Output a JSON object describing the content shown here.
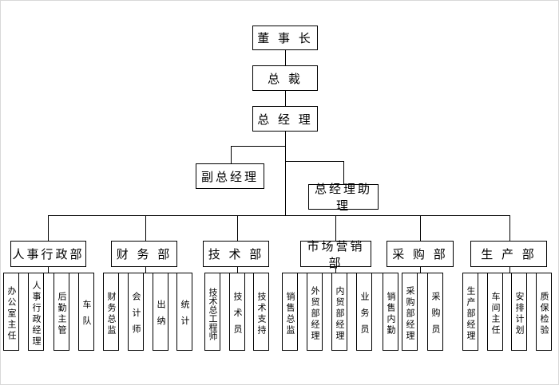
{
  "org": {
    "root": "董 事 长",
    "president": "总 裁",
    "general_manager": "总 经 理",
    "deputy_gm": "副总经理",
    "gm_assistant": "总经理助理",
    "departments": [
      {
        "name": "人事行政部",
        "units": [
          "办公室主任",
          "人事行政经理",
          "后勤主管",
          "车 队"
        ]
      },
      {
        "name": "财 务 部",
        "units": [
          "财务总监",
          "会 计 师",
          "出 纳",
          "统 计"
        ]
      },
      {
        "name": "技 术 部",
        "units": [
          "技术总工程师",
          "技 术 员",
          "技术支持"
        ]
      },
      {
        "name": "市场营销部",
        "units": [
          "销售总监",
          "外贸部经理",
          "内贸部经理",
          "业 务 员",
          "销售内勤"
        ]
      },
      {
        "name": "采 购 部",
        "units": [
          "采购部经理",
          "采 购 员"
        ]
      },
      {
        "name": "生 产 部",
        "units": [
          "生产部经理",
          "车间主任",
          "安排计划",
          "质保检验"
        ]
      }
    ]
  },
  "colors": {
    "line": "#000000",
    "box_border": "#000000",
    "background": "#ffffff"
  }
}
